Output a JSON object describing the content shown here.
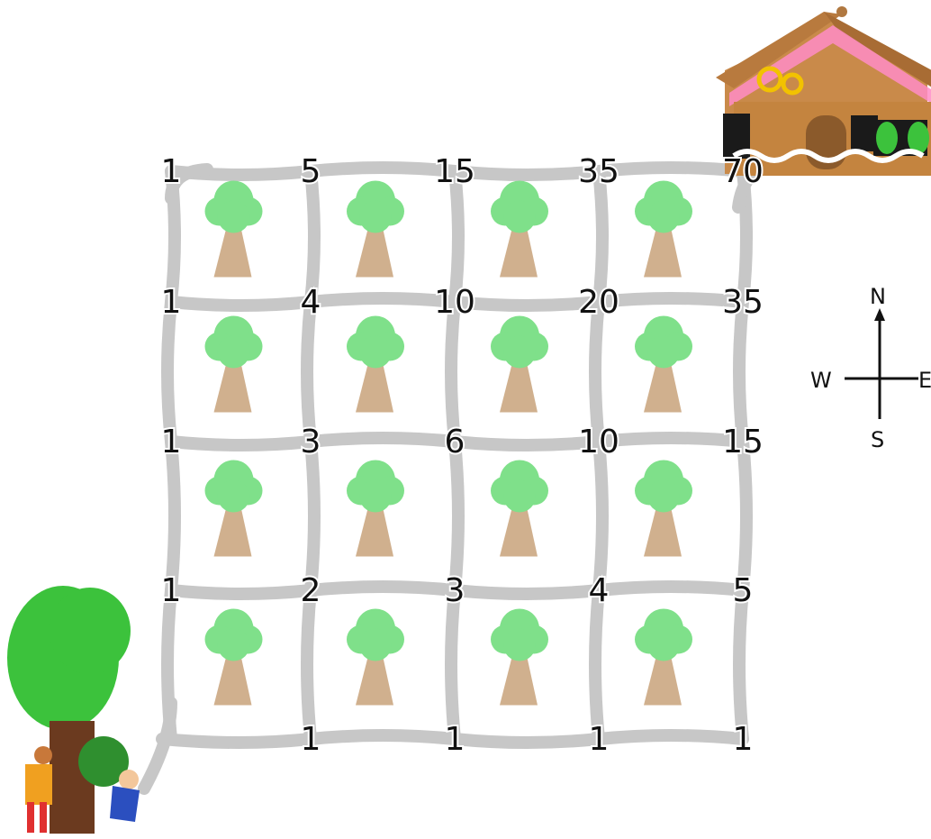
{
  "colors": {
    "path": "#c7c7c7",
    "tree_leaf": "#7fe08a",
    "tree_trunk": "#c8a27a",
    "big_tree": "#3cc23c",
    "house_wall": "#c98a4a",
    "house_roof": "#b87a3e",
    "icing": "#ff6fb5",
    "door": "#8b5a2b"
  },
  "compass": {
    "north": "N",
    "south": "S",
    "west": "W",
    "east": "E"
  },
  "grid": {
    "rows": [
      [
        "1",
        "5",
        "15",
        "35",
        "70"
      ],
      [
        "1",
        "4",
        "10",
        "20",
        "35"
      ],
      [
        "1",
        "3",
        "6",
        "10",
        "15"
      ],
      [
        "1",
        "2",
        "3",
        "4",
        "5"
      ],
      [
        "",
        "1",
        "1",
        "1",
        "1"
      ]
    ]
  },
  "icons": {
    "start": "hansel-and-gretel-tree-icon",
    "finish": "gingerbread-house-icon",
    "forest": "tree-icon"
  }
}
